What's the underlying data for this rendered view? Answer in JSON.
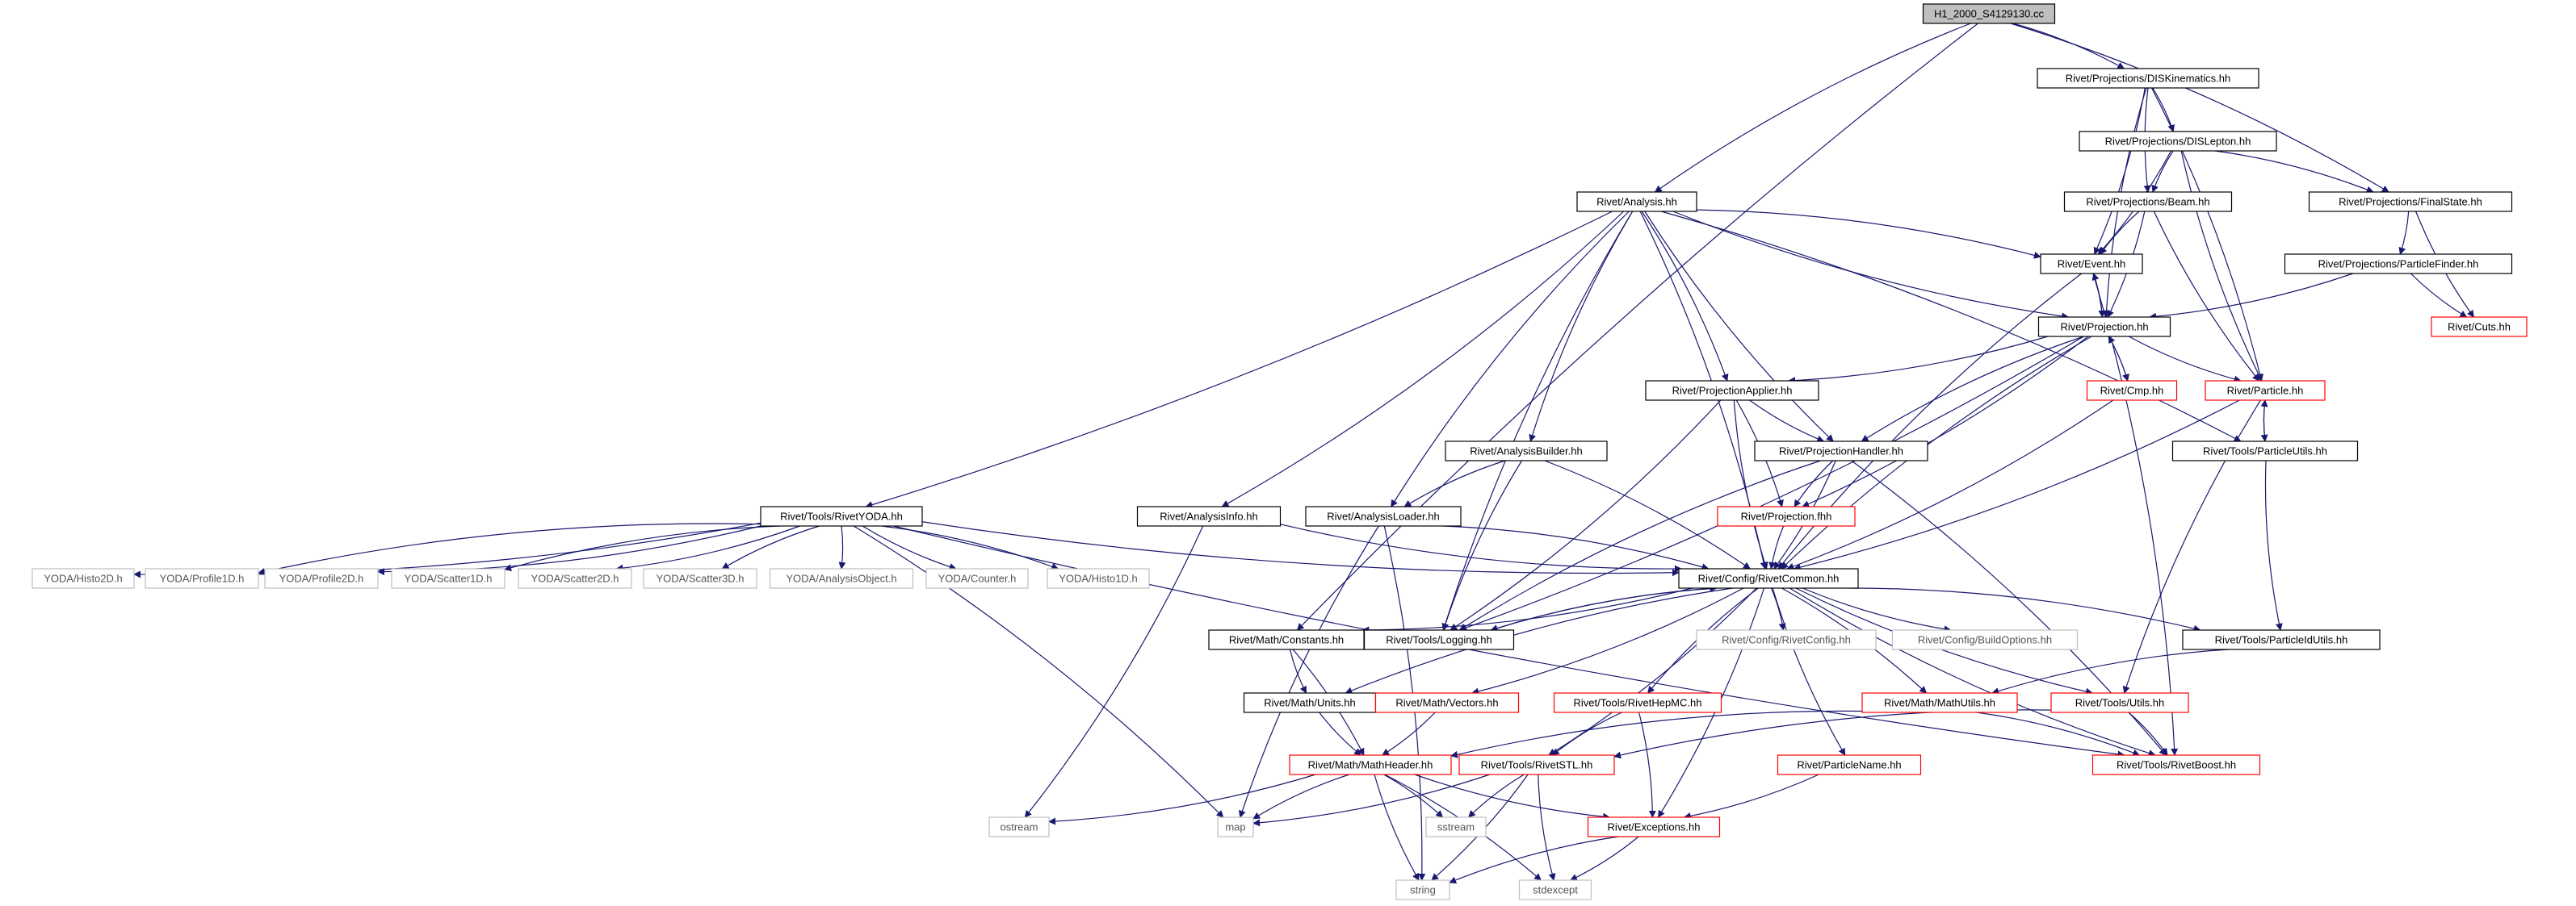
{
  "diagram": {
    "nodes": [
      {
        "id": "root",
        "label": "H1_2000_S4129130.cc",
        "kind": "root"
      },
      {
        "id": "disk",
        "label": "Rivet/Projections/DISKinematics.hh",
        "kind": "normal"
      },
      {
        "id": "analysis",
        "label": "Rivet/Analysis.hh",
        "kind": "normal"
      },
      {
        "id": "dislepton",
        "label": "Rivet/Projections/DISLepton.hh",
        "kind": "normal"
      },
      {
        "id": "beam",
        "label": "Rivet/Projections/Beam.hh",
        "kind": "normal"
      },
      {
        "id": "finalstate",
        "label": "Rivet/Projections/FinalState.hh",
        "kind": "normal"
      },
      {
        "id": "event",
        "label": "Rivet/Event.hh",
        "kind": "normal"
      },
      {
        "id": "pfinder",
        "label": "Rivet/Projections/ParticleFinder.hh",
        "kind": "normal"
      },
      {
        "id": "cuts",
        "label": "Rivet/Cuts.hh",
        "kind": "red"
      },
      {
        "id": "projection",
        "label": "Rivet/Projection.hh",
        "kind": "normal"
      },
      {
        "id": "cmp",
        "label": "Rivet/Cmp.hh",
        "kind": "red"
      },
      {
        "id": "particle",
        "label": "Rivet/Particle.hh",
        "kind": "red"
      },
      {
        "id": "papplier",
        "label": "Rivet/ProjectionApplier.hh",
        "kind": "normal"
      },
      {
        "id": "phandler",
        "label": "Rivet/ProjectionHandler.hh",
        "kind": "normal"
      },
      {
        "id": "putils",
        "label": "Rivet/Tools/ParticleUtils.hh",
        "kind": "normal"
      },
      {
        "id": "abuilder",
        "label": "Rivet/AnalysisBuilder.hh",
        "kind": "normal"
      },
      {
        "id": "ryoda",
        "label": "Rivet/Tools/RivetYODA.hh",
        "kind": "normal"
      },
      {
        "id": "ainfo",
        "label": "Rivet/AnalysisInfo.hh",
        "kind": "normal"
      },
      {
        "id": "aloader",
        "label": "Rivet/AnalysisLoader.hh",
        "kind": "normal"
      },
      {
        "id": "projfhh",
        "label": "Rivet/Projection.fhh",
        "kind": "red"
      },
      {
        "id": "h2d",
        "label": "YODA/Histo2D.h",
        "kind": "gray"
      },
      {
        "id": "p1d",
        "label": "YODA/Profile1D.h",
        "kind": "gray"
      },
      {
        "id": "p2d",
        "label": "YODA/Profile2D.h",
        "kind": "gray"
      },
      {
        "id": "s1d",
        "label": "YODA/Scatter1D.h",
        "kind": "gray"
      },
      {
        "id": "s2d",
        "label": "YODA/Scatter2D.h",
        "kind": "gray"
      },
      {
        "id": "s3d",
        "label": "YODA/Scatter3D.h",
        "kind": "gray"
      },
      {
        "id": "aobj",
        "label": "YODA/AnalysisObject.h",
        "kind": "gray"
      },
      {
        "id": "counter",
        "label": "YODA/Counter.h",
        "kind": "gray"
      },
      {
        "id": "h1d",
        "label": "YODA/Histo1D.h",
        "kind": "gray"
      },
      {
        "id": "common",
        "label": "Rivet/Config/RivetCommon.hh",
        "kind": "normal"
      },
      {
        "id": "constants",
        "label": "Rivet/Math/Constants.hh",
        "kind": "normal"
      },
      {
        "id": "logging",
        "label": "Rivet/Tools/Logging.hh",
        "kind": "normal"
      },
      {
        "id": "rconfig",
        "label": "Rivet/Config/RivetConfig.hh",
        "kind": "gray"
      },
      {
        "id": "buildopt",
        "label": "Rivet/Config/BuildOptions.hh",
        "kind": "gray"
      },
      {
        "id": "pidutils",
        "label": "Rivet/Tools/ParticleIdUtils.hh",
        "kind": "normal"
      },
      {
        "id": "units",
        "label": "Rivet/Math/Units.hh",
        "kind": "normal"
      },
      {
        "id": "vectors",
        "label": "Rivet/Math/Vectors.hh",
        "kind": "red"
      },
      {
        "id": "hepmc",
        "label": "Rivet/Tools/RivetHepMC.hh",
        "kind": "red"
      },
      {
        "id": "mathutils",
        "label": "Rivet/Math/MathUtils.hh",
        "kind": "red"
      },
      {
        "id": "tutils",
        "label": "Rivet/Tools/Utils.hh",
        "kind": "red"
      },
      {
        "id": "mathheader",
        "label": "Rivet/Math/MathHeader.hh",
        "kind": "red"
      },
      {
        "id": "rstl",
        "label": "Rivet/Tools/RivetSTL.hh",
        "kind": "red"
      },
      {
        "id": "pname",
        "label": "Rivet/ParticleName.hh",
        "kind": "red"
      },
      {
        "id": "boost",
        "label": "Rivet/Tools/RivetBoost.hh",
        "kind": "red"
      },
      {
        "id": "ostream",
        "label": "ostream",
        "kind": "gray"
      },
      {
        "id": "map",
        "label": "map",
        "kind": "gray"
      },
      {
        "id": "sstream",
        "label": "sstream",
        "kind": "gray"
      },
      {
        "id": "exceptions",
        "label": "Rivet/Exceptions.hh",
        "kind": "red"
      },
      {
        "id": "string",
        "label": "string",
        "kind": "gray"
      },
      {
        "id": "stdexcept",
        "label": "stdexcept",
        "kind": "gray"
      }
    ],
    "edges": [
      [
        "root",
        "disk"
      ],
      [
        "root",
        "analysis"
      ],
      [
        "root",
        "finalstate"
      ],
      [
        "root",
        "constants"
      ],
      [
        "disk",
        "dislepton"
      ],
      [
        "disk",
        "beam"
      ],
      [
        "disk",
        "event"
      ],
      [
        "disk",
        "projection"
      ],
      [
        "disk",
        "particle"
      ],
      [
        "dislepton",
        "beam"
      ],
      [
        "dislepton",
        "finalstate"
      ],
      [
        "dislepton",
        "particle"
      ],
      [
        "dislepton",
        "event"
      ],
      [
        "beam",
        "event"
      ],
      [
        "beam",
        "projection"
      ],
      [
        "beam",
        "particle"
      ],
      [
        "finalstate",
        "pfinder"
      ],
      [
        "finalstate",
        "cuts"
      ],
      [
        "pfinder",
        "projection"
      ],
      [
        "pfinder",
        "cuts"
      ],
      [
        "event",
        "projection"
      ],
      [
        "event",
        "common"
      ],
      [
        "event",
        "boost"
      ],
      [
        "projection",
        "event"
      ],
      [
        "projection",
        "cmp"
      ],
      [
        "projection",
        "particle"
      ],
      [
        "projection",
        "papplier"
      ],
      [
        "projection",
        "phandler"
      ],
      [
        "projection",
        "projfhh"
      ],
      [
        "projection",
        "common"
      ],
      [
        "projection",
        "logging"
      ],
      [
        "cmp",
        "projection"
      ],
      [
        "cmp",
        "common"
      ],
      [
        "particle",
        "putils"
      ],
      [
        "particle",
        "common"
      ],
      [
        "particle",
        "tutils"
      ],
      [
        "putils",
        "particle"
      ],
      [
        "putils",
        "pidutils"
      ],
      [
        "analysis",
        "event"
      ],
      [
        "analysis",
        "projection"
      ],
      [
        "analysis",
        "papplier"
      ],
      [
        "analysis",
        "phandler"
      ],
      [
        "analysis",
        "putils"
      ],
      [
        "analysis",
        "abuilder"
      ],
      [
        "analysis",
        "ainfo"
      ],
      [
        "analysis",
        "aloader"
      ],
      [
        "analysis",
        "ryoda"
      ],
      [
        "analysis",
        "logging"
      ],
      [
        "analysis",
        "common"
      ],
      [
        "papplier",
        "phandler"
      ],
      [
        "papplier",
        "projfhh"
      ],
      [
        "papplier",
        "common"
      ],
      [
        "papplier",
        "logging"
      ],
      [
        "phandler",
        "projfhh"
      ],
      [
        "phandler",
        "common"
      ],
      [
        "phandler",
        "logging"
      ],
      [
        "phandler",
        "boost"
      ],
      [
        "abuilder",
        "aloader"
      ],
      [
        "abuilder",
        "common"
      ],
      [
        "abuilder",
        "logging"
      ],
      [
        "aloader",
        "common"
      ],
      [
        "aloader",
        "map"
      ],
      [
        "aloader",
        "string"
      ],
      [
        "ainfo",
        "common"
      ],
      [
        "ainfo",
        "ostream"
      ],
      [
        "projfhh",
        "common"
      ],
      [
        "ryoda",
        "h2d"
      ],
      [
        "ryoda",
        "p1d"
      ],
      [
        "ryoda",
        "p2d"
      ],
      [
        "ryoda",
        "s1d"
      ],
      [
        "ryoda",
        "s2d"
      ],
      [
        "ryoda",
        "s3d"
      ],
      [
        "ryoda",
        "aobj"
      ],
      [
        "ryoda",
        "counter"
      ],
      [
        "ryoda",
        "h1d"
      ],
      [
        "ryoda",
        "common"
      ],
      [
        "ryoda",
        "map"
      ],
      [
        "ryoda",
        "boost"
      ],
      [
        "common",
        "constants"
      ],
      [
        "common",
        "logging"
      ],
      [
        "common",
        "rconfig"
      ],
      [
        "common",
        "buildopt"
      ],
      [
        "common",
        "pidutils"
      ],
      [
        "common",
        "units"
      ],
      [
        "common",
        "vectors"
      ],
      [
        "common",
        "hepmc"
      ],
      [
        "common",
        "mathutils"
      ],
      [
        "common",
        "tutils"
      ],
      [
        "common",
        "rstl"
      ],
      [
        "common",
        "pname"
      ],
      [
        "common",
        "exceptions"
      ],
      [
        "common",
        "boost"
      ],
      [
        "logging",
        "common"
      ],
      [
        "constants",
        "units"
      ],
      [
        "constants",
        "mathheader"
      ],
      [
        "units",
        "mathheader"
      ],
      [
        "vectors",
        "mathheader"
      ],
      [
        "hepmc",
        "rstl"
      ],
      [
        "hepmc",
        "exceptions"
      ],
      [
        "mathutils",
        "mathheader"
      ],
      [
        "mathutils",
        "boost"
      ],
      [
        "tutils",
        "rstl"
      ],
      [
        "tutils",
        "boost"
      ],
      [
        "pidutils",
        "mathutils"
      ],
      [
        "mathheader",
        "ostream"
      ],
      [
        "mathheader",
        "map"
      ],
      [
        "mathheader",
        "sstream"
      ],
      [
        "mathheader",
        "string"
      ],
      [
        "mathheader",
        "stdexcept"
      ],
      [
        "mathheader",
        "exceptions"
      ],
      [
        "rstl",
        "map"
      ],
      [
        "rstl",
        "sstream"
      ],
      [
        "rstl",
        "string"
      ],
      [
        "rstl",
        "stdexcept"
      ],
      [
        "pname",
        "exceptions"
      ],
      [
        "exceptions",
        "string"
      ],
      [
        "exceptions",
        "stdexcept"
      ]
    ],
    "colors": {
      "edge": "#191970",
      "node_border": "#000000",
      "red_border": "#ff0000",
      "gray_border": "#bfbfbf",
      "root_fill": "#bfbfbf",
      "gray_text": "#555555"
    }
  }
}
